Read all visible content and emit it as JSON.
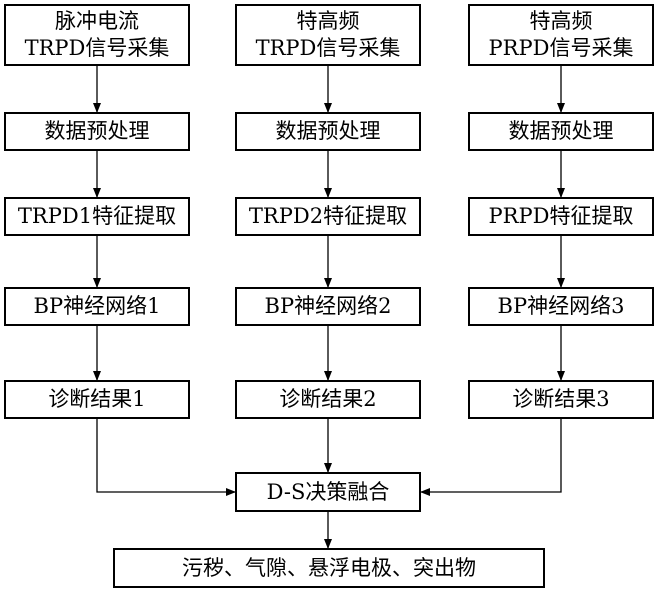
{
  "columns": [
    {
      "acquisition": [
        "脉冲电流",
        "TRPD信号采集"
      ],
      "preprocess": "数据预处理",
      "feature": "TRPD1特征提取",
      "network": "BP神经网络1",
      "diagnosis": "诊断结果1"
    },
    {
      "acquisition": [
        "特高频",
        "TRPD信号采集"
      ],
      "preprocess": "数据预处理",
      "feature": "TRPD2特征提取",
      "network": "BP神经网络2",
      "diagnosis": "诊断结果2"
    },
    {
      "acquisition": [
        "特高频",
        "PRPD信号采集"
      ],
      "preprocess": "数据预处理",
      "feature": "PRPD特征提取",
      "network": "BP神经网络3",
      "diagnosis": "诊断结果3"
    }
  ],
  "fusion": "D-S决策融合",
  "result": "污秽、气隙、悬浮电极、突出物"
}
